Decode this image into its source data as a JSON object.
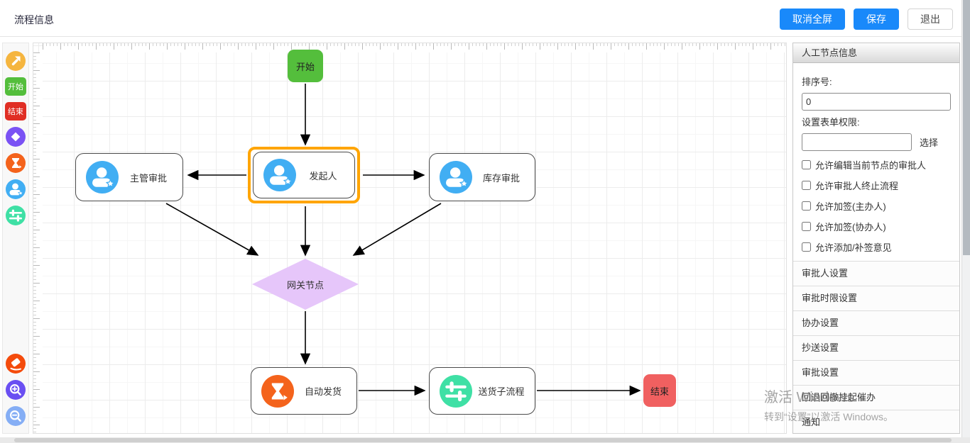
{
  "header": {
    "title": "流程信息",
    "cancel_fullscreen": "取消全屏",
    "save": "保存",
    "exit": "退出"
  },
  "toolbar": {
    "start_button": "开始",
    "end_button": "结束"
  },
  "flowchart": {
    "nodes": {
      "start": "开始",
      "initiator": "发起人",
      "manager_approval": "主管审批",
      "inventory_approval": "库存审批",
      "gateway": "网关节点",
      "auto_ship": "自动发货",
      "delivery_subprocess": "送货子流程",
      "end": "结束"
    },
    "colors": {
      "start_green": "#54be3c",
      "end_red": "#f06060",
      "gateway_purple": "#e6c6fa",
      "selection_orange": "#ffa500",
      "user_icon_blue": "#41aef3",
      "auto_icon_orange": "#f4631c",
      "subprocess_icon_teal": "#3fe0a5",
      "primary_button_blue": "#1989fa"
    }
  },
  "panel": {
    "title": "人工节点信息",
    "sort_label": "排序号:",
    "sort_value": "0",
    "form_permission_label": "设置表单权限:",
    "form_permission_value": "",
    "choose_button": "选择",
    "checkboxes": [
      "允许编辑当前节点的审批人",
      "允许审批人终止流程",
      "允许加签(主办人)",
      "允许加签(协办人)",
      "允许添加/补签意见"
    ],
    "sections": [
      "审批人设置",
      "审批时限设置",
      "协办设置",
      "抄送设置",
      "审批设置",
      "回退回撤挂起催办",
      "通知"
    ]
  },
  "watermark": {
    "line1": "激活 Windows",
    "line2": "转到“设置”以激活 Windows。"
  }
}
